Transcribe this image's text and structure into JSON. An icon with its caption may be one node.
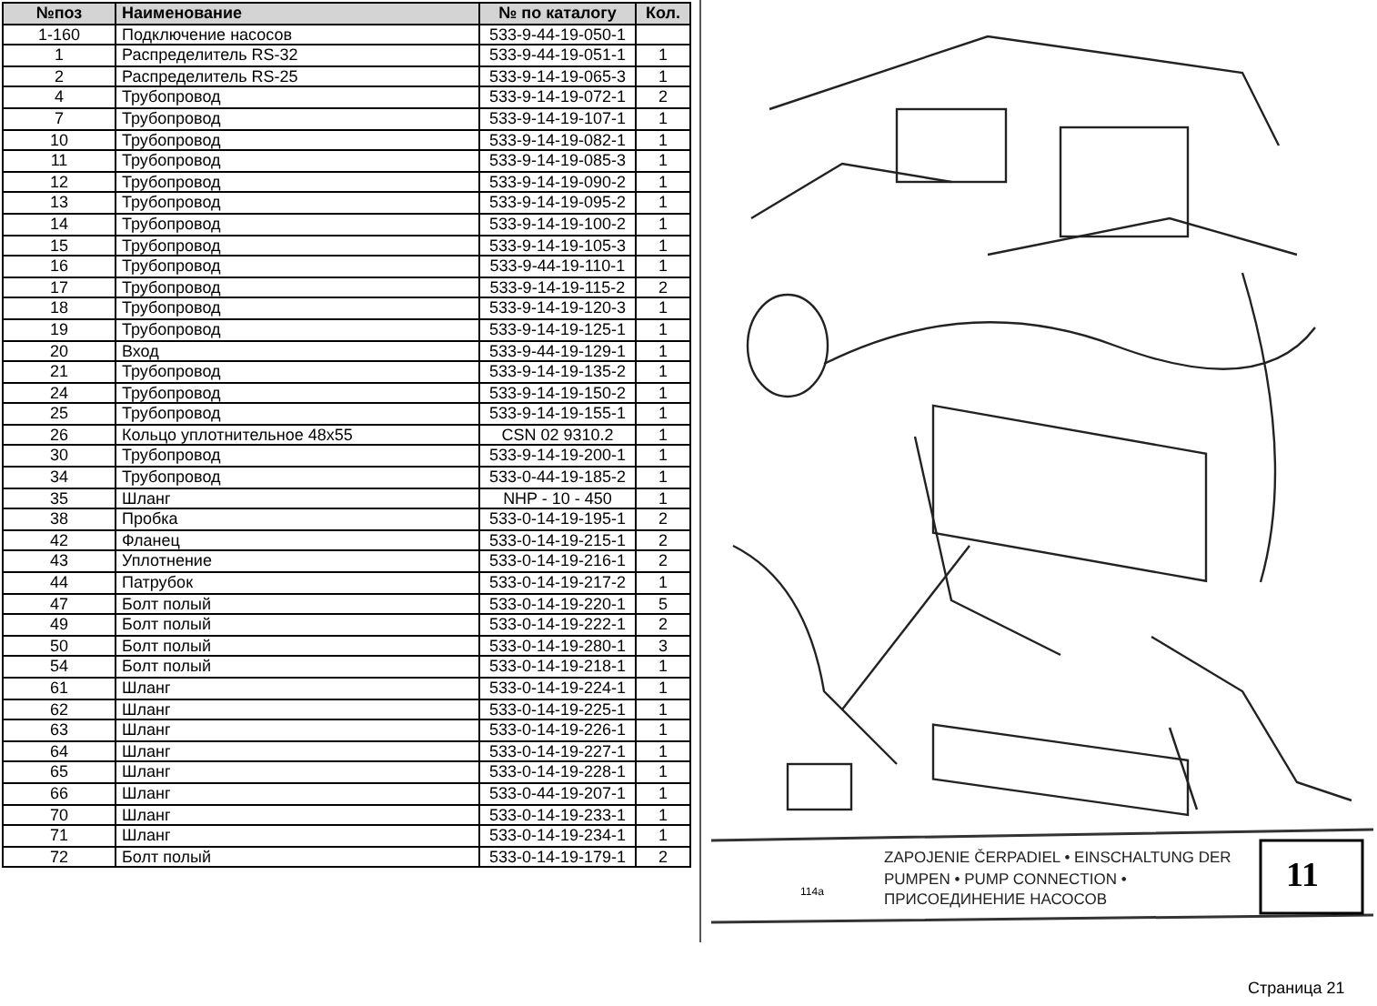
{
  "diagram": {
    "labels": [
      "№поз",
      "Наименование",
      "№ по каталогу",
      "Кол.",
      "1-160",
      "Подключение насосов",
      "533-9-44-19-050-1",
      "1",
      "Распределитель RS-32",
      "533-9-44-19-051-1",
      "1",
      "2",
      "Распределитель RS-25",
      "533-9-14-19-065-3",
      "1",
      "4",
      "Трубопровод",
      "533-9-14-19-072-1",
      "2",
      "7",
      "Трубопровод",
      "533-9-14-19-107-1",
      "1",
      "10",
      "Трубопровод",
      "533-9-14-19-082-1",
      "1",
      "11",
      "Трубопровод",
      "533-9-14-19-085-3",
      "1",
      "12",
      "Трубопровод",
      "533-9-14-19-090-2",
      "1",
      "13",
      "Трубопровод",
      "533-9-14-19-095-2",
      "1",
      "14",
      "Трубопровод",
      "533-9-14-19-100-2",
      "1",
      "15",
      "Трубопровод",
      "533-9-14-19-105-3",
      "1",
      "16",
      "Трубопровод",
      "533-9-44-19-110-1",
      "1",
      "17",
      "Трубопровод",
      "533-9-14-19-115-2",
      "2",
      "18",
      "Трубопровод",
      "533-9-14-19-120-3",
      "1",
      "19",
      "Трубопровод",
      "533-9-14-19-125-1",
      "1",
      "20",
      "Вход",
      "533-9-44-19-129-1",
      "1",
      "21",
      "Трубопровод",
      "533-9-14-19-135-2",
      "1",
      "24",
      "Трубопровод",
      "533-9-14-19-150-2",
      "1",
      "25",
      "Трубопровод",
      "533-9-14-19-155-1",
      "1",
      "26",
      "Кольцо уплотнительное 48x55",
      "CSN  02  9310.2",
      "1",
      "30",
      "Трубопровод",
      "533-9-14-19-200-1",
      "1",
      "34",
      "Трубопровод",
      "533-0-44-19-185-2",
      "1",
      "35",
      "Шланг",
      "NHP - 10 - 450",
      "1",
      "38",
      "Пробка",
      "533-0-14-19-195-1",
      "2",
      "42",
      "Фланец",
      "533-0-14-19-215-1",
      "2",
      "43",
      "Уплотнение",
      "533-0-14-19-216-1",
      "2",
      "44",
      "Патрубок",
      "533-0-14-19-217-2",
      "1",
      "47",
      "Болт полый",
      "533-0-14-19-220-1",
      "5",
      "49",
      "Болт полый",
      "533-0-14-19-222-1",
      "2",
      "50",
      "Болт полый",
      "533-0-14-19-280-1",
      "3",
      "54",
      "Болт полый",
      "533-0-14-19-218-1",
      "1",
      "61",
      "Шланг",
      "533-0-14-19-224-1",
      "1",
      "62",
      "Шланг",
      "533-0-14-19-225-1",
      "1",
      "63",
      "Шланг",
      "533-0-14-19-226-1",
      "1",
      "64",
      "Шланг",
      "533-0-14-19-227-1",
      "1",
      "65",
      "Шланг",
      "533-0-14-19-228-1",
      "1",
      "66",
      "Шланг",
      "533-0-44-19-207-1",
      "1",
      "70",
      "Шланг",
      "533-0-14-19-233-1",
      "1",
      "71",
      "Шланг",
      "533-0-14-19-234-1",
      "1",
      "72",
      "Болт полый",
      "533-0-14-19-179-1",
      "2",
      "114a",
      "ZAPOJENIE ČERPADIEL • EINSCHALTUNG DER PUMPEN • PUMP CONNECTION • ПРИСОЕДИНЕНИЕ НАСОСОВ",
      "11",
      "Страница 21"
    ]
  }
}
